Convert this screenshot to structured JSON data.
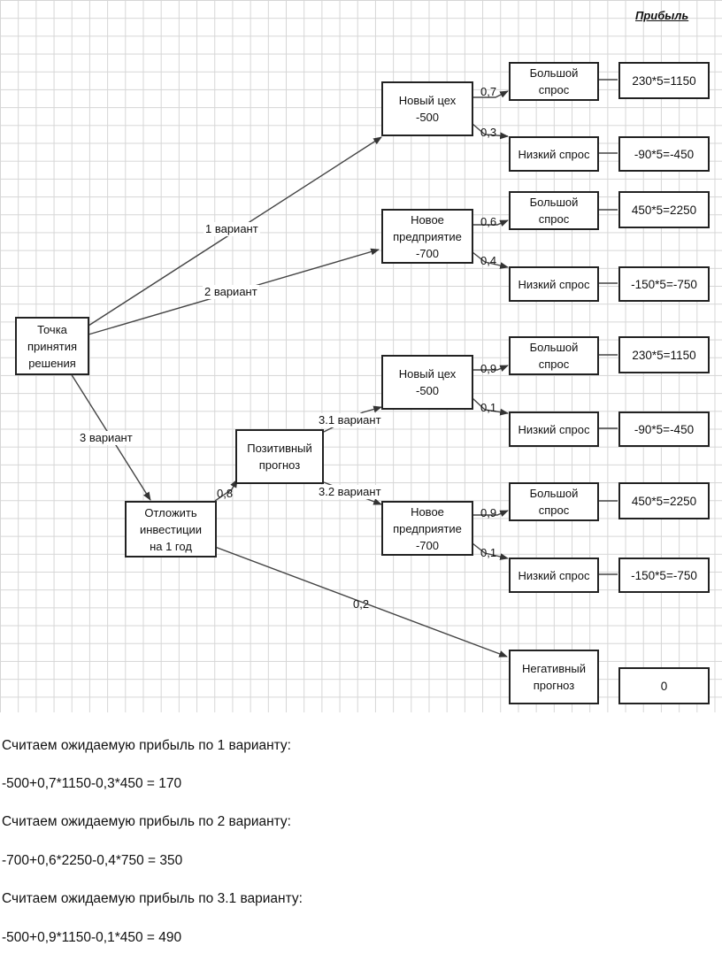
{
  "profit_header": "Прибыль",
  "nodes": {
    "decision": "Точка\nпринятия\nрешения",
    "workshop1": "Новый цех\n-500",
    "enterprise1": "Новое\nпредприятие\n-700",
    "positive": "Позитивный\nпрогноз",
    "postpone": "Отложить\nинвестиции\nна 1 год",
    "workshop2": "Новый цех\n-500",
    "enterprise2": "Новое\nпредприятие\n-700",
    "negative": "Негативный\nпрогноз"
  },
  "demand": {
    "d1": "Большой\nспрос",
    "d2": "Низкий спрос",
    "d3": "Большой\nспрос",
    "d4": "Низкий спрос",
    "d5": "Большой\nспрос",
    "d6": "Низкий спрос",
    "d7": "Большой\nспрос",
    "d8": "Низкий спрос"
  },
  "profits": {
    "p1": "230*5=1150",
    "p2": "-90*5=-450",
    "p3": "450*5=2250",
    "p4": "-150*5=-750",
    "p5": "230*5=1150",
    "p6": "-90*5=-450",
    "p7": "450*5=2250",
    "p8": "-150*5=-750",
    "p9": "0"
  },
  "edge_labels": {
    "v1": "1 вариант",
    "v2": "2 вариант",
    "v3": "3 вариант",
    "v31": "3.1 вариант",
    "v32": "3.2 вариант"
  },
  "probabilities": {
    "a": "0,7",
    "b": "0,3",
    "c": "0,6",
    "d": "0,4",
    "e": "0,9",
    "f": "0,1",
    "g": "0,9",
    "h": "0,1",
    "pos": "0,8",
    "neg": "0,2"
  },
  "calculations": [
    "Считаем ожидаемую прибыль по 1 варианту:",
    "-500+0,7*1150-0,3*450 = 170",
    "Считаем ожидаемую прибыль по 2 варианту:",
    "-700+0,6*2250-0,4*750 = 350",
    "Считаем ожидаемую прибыль по 3.1 варианту:",
    "-500+0,9*1150-0,1*450 = 490"
  ]
}
